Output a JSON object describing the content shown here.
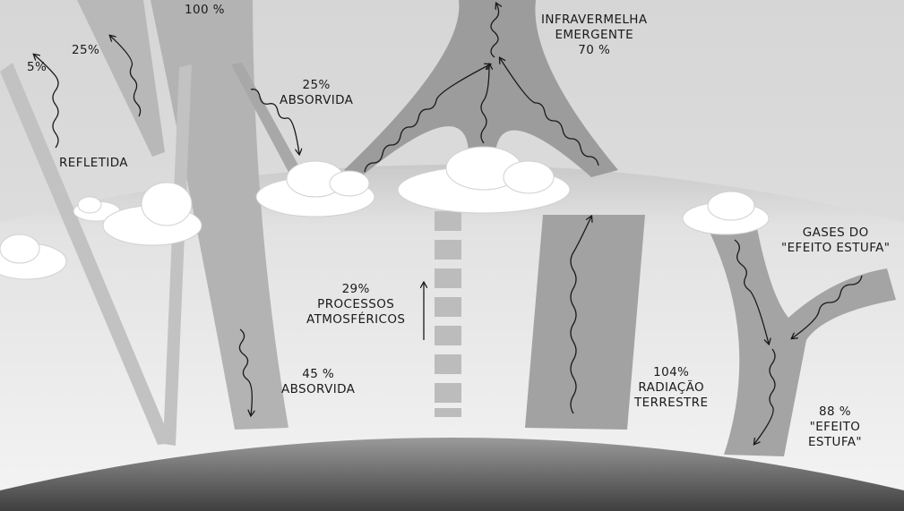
{
  "diagram": {
    "labels": {
      "incoming": {
        "value": "100 %"
      },
      "reflected_surface": {
        "value": "5%"
      },
      "reflected_atmosphere": {
        "value": "25%"
      },
      "reflected_caption": "REFLETIDA",
      "absorbed_atmosphere": {
        "value": "25%",
        "caption": "ABSORVIDA"
      },
      "absorbed_surface": {
        "value": "45 %",
        "caption": "ABSORVIDA"
      },
      "atmospheric_processes": {
        "value": "29%",
        "line1": "PROCESSOS",
        "line2": "ATMOSFÉRICOS"
      },
      "outgoing_ir": {
        "line1": "INFRAVERMELHA",
        "line2": "EMERGENTE",
        "value": "70 %"
      },
      "terrestrial_radiation": {
        "value": "104%",
        "line1": "RADIAÇÃO",
        "line2": "TERRESTRE"
      },
      "greenhouse_gases": {
        "line1": "GASES DO",
        "line2": "\"EFEITO ESTUFA\""
      },
      "greenhouse_effect": {
        "value": "88 %",
        "line1": "\"EFEITO",
        "line2": "ESTUFA\""
      }
    },
    "colors": {
      "sky_top": "#d9d9d9",
      "atmosphere": "#e6e6e6",
      "near_surface": "#f0f0f0",
      "earth_top": "#9a9a9a",
      "earth_bottom": "#3f3f3f",
      "beam": "#b5b5b5",
      "beam_dark": "#8f8f8f",
      "cloud": "#ffffff",
      "arrow": "#1a1a1a"
    }
  }
}
